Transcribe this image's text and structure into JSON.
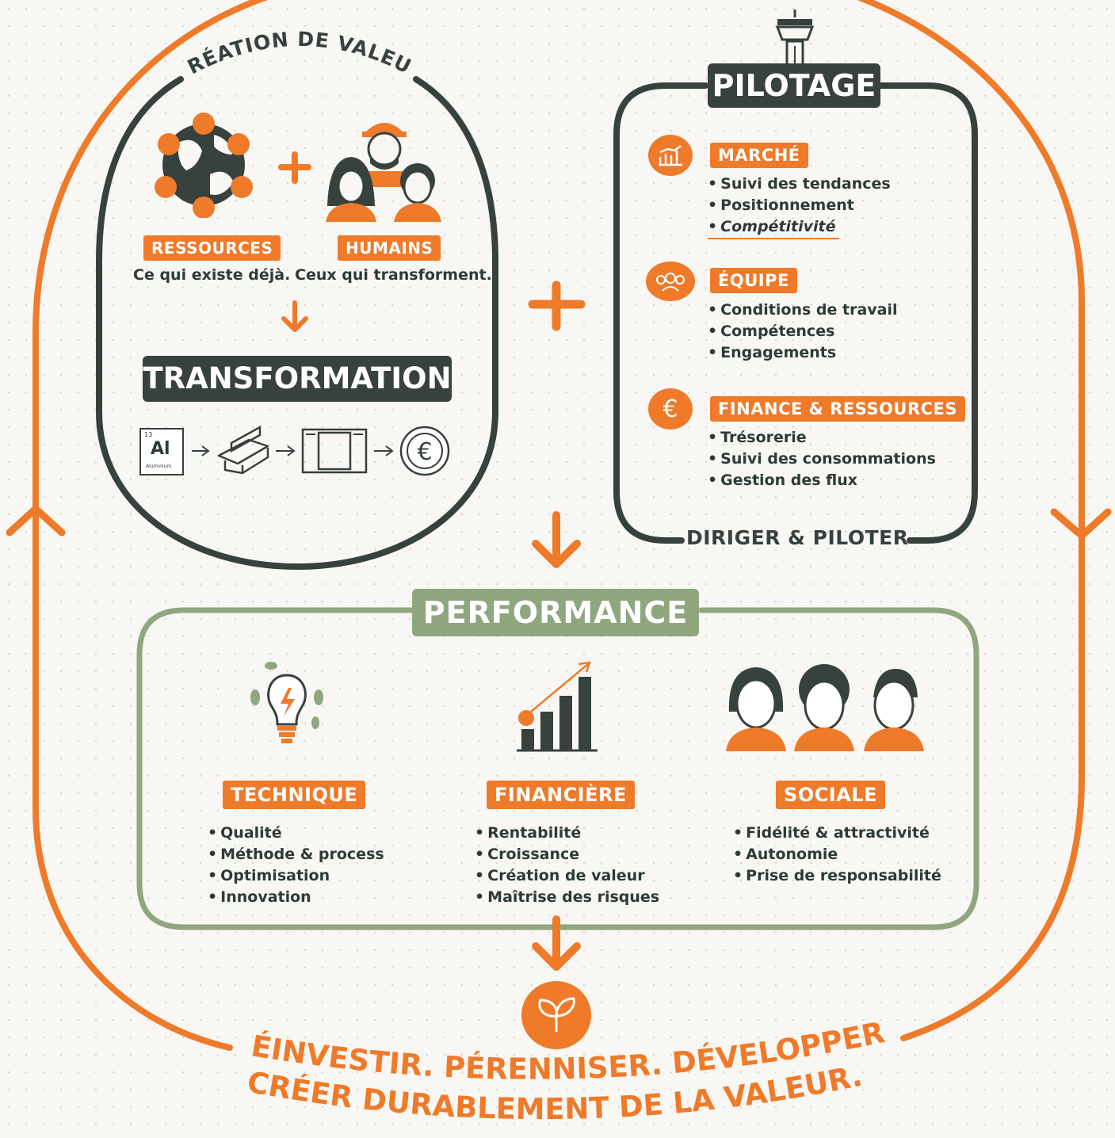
{
  "creation": {
    "title": "CRÉATION DE VALEUR",
    "ressources_label": "RESSOURCES",
    "ressources_sub": "Ce qui existe déjà.",
    "humains_label": "HUMAINS",
    "humains_sub": "Ceux qui transforment.",
    "transformation": "TRANSFORMATION",
    "element_number": "13",
    "element_symbol": "Al",
    "element_name": "Aluminium"
  },
  "pilotage": {
    "title": "PILOTAGE",
    "footer": "DIRIGER & PILOTER",
    "marche": {
      "label": "MARCHÉ",
      "items": [
        "Suivi des tendances",
        "Positionnement",
        "Compétitivité"
      ]
    },
    "equipe": {
      "label": "ÉQUIPE",
      "items": [
        "Conditions de travail",
        "Compétences",
        "Engagements"
      ]
    },
    "finance": {
      "label": "FINANCE & RESSOURCES",
      "items": [
        "Trésorerie",
        "Suivi des consommations",
        "Gestion des flux"
      ]
    }
  },
  "performance": {
    "title": "PERFORMANCE",
    "technique": {
      "label": "TECHNIQUE",
      "items": [
        "Qualité",
        "Méthode & process",
        "Optimisation",
        "Innovation"
      ]
    },
    "financiere": {
      "label": "FINANCIÈRE",
      "items": [
        "Rentabilité",
        "Croissance",
        "Création de valeur",
        "Maîtrise des risques"
      ]
    },
    "sociale": {
      "label": "SOCIALE",
      "items": [
        "Fidélité & attractivité",
        "Autonomie",
        "Prise de responsabilité"
      ]
    }
  },
  "footer": {
    "line1": "RÉINVESTIR. PÉRENNISER. DÉVELOPPER.",
    "line2": "CRÉER DURABLEMENT DE LA VALEUR."
  },
  "colors": {
    "orange": "#ee7a2a",
    "dark": "#37413e",
    "green": "#8fa67f"
  }
}
